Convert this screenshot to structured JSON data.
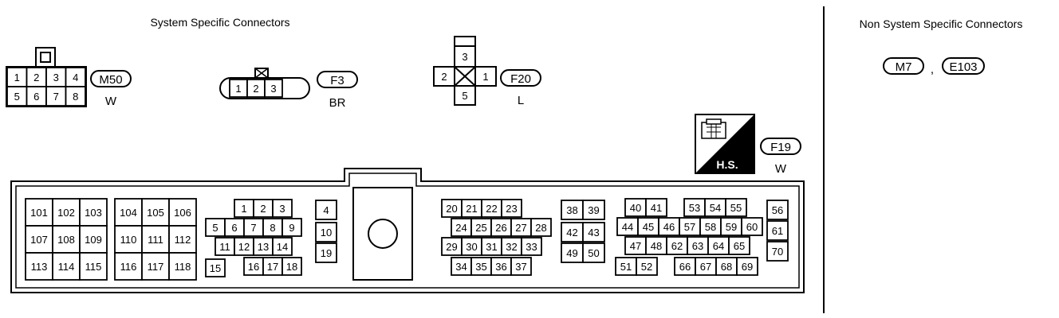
{
  "headings": {
    "system_specific": "System Specific Connectors",
    "non_system_specific": "Non System Specific Connectors"
  },
  "connectors": {
    "m50": {
      "code": "M50",
      "color": "W",
      "pins": [
        "1",
        "2",
        "3",
        "4",
        "5",
        "6",
        "7",
        "8"
      ]
    },
    "f3": {
      "code": "F3",
      "color": "BR",
      "pins": [
        "1",
        "2",
        "3"
      ]
    },
    "f20": {
      "code": "F20",
      "color": "L",
      "pins": [
        "1",
        "2",
        "3",
        "5"
      ]
    },
    "f19": {
      "code": "F19",
      "color": "W",
      "badge": "H.S.",
      "group_a": [
        "101",
        "102",
        "103",
        "107",
        "108",
        "109",
        "113",
        "114",
        "115"
      ],
      "group_b": [
        "104",
        "105",
        "106",
        "110",
        "111",
        "112",
        "116",
        "117",
        "118"
      ],
      "group_c": [
        "1",
        "2",
        "3",
        "5",
        "6",
        "7",
        "8",
        "9",
        "11",
        "12",
        "13",
        "14",
        "15",
        "16",
        "17",
        "18"
      ],
      "group_d": [
        "4",
        "10",
        "19"
      ],
      "group_e": [
        "20",
        "21",
        "22",
        "23",
        "24",
        "25",
        "26",
        "27",
        "28",
        "29",
        "30",
        "31",
        "32",
        "33",
        "34",
        "35",
        "36",
        "37"
      ],
      "group_f": [
        "38",
        "39",
        "42",
        "43",
        "49",
        "50"
      ],
      "group_g": [
        "40",
        "41",
        "53",
        "54",
        "55",
        "44",
        "45",
        "46",
        "57",
        "58",
        "59",
        "60",
        "47",
        "48",
        "62",
        "63",
        "64",
        "65",
        "51",
        "52",
        "66",
        "67",
        "68",
        "69"
      ],
      "group_h": [
        "56",
        "61",
        "70"
      ]
    },
    "non_system": {
      "m7": "M7",
      "separator": ",",
      "e103": "E103"
    }
  },
  "colors": {
    "line": "#000000",
    "background": "#ffffff"
  }
}
